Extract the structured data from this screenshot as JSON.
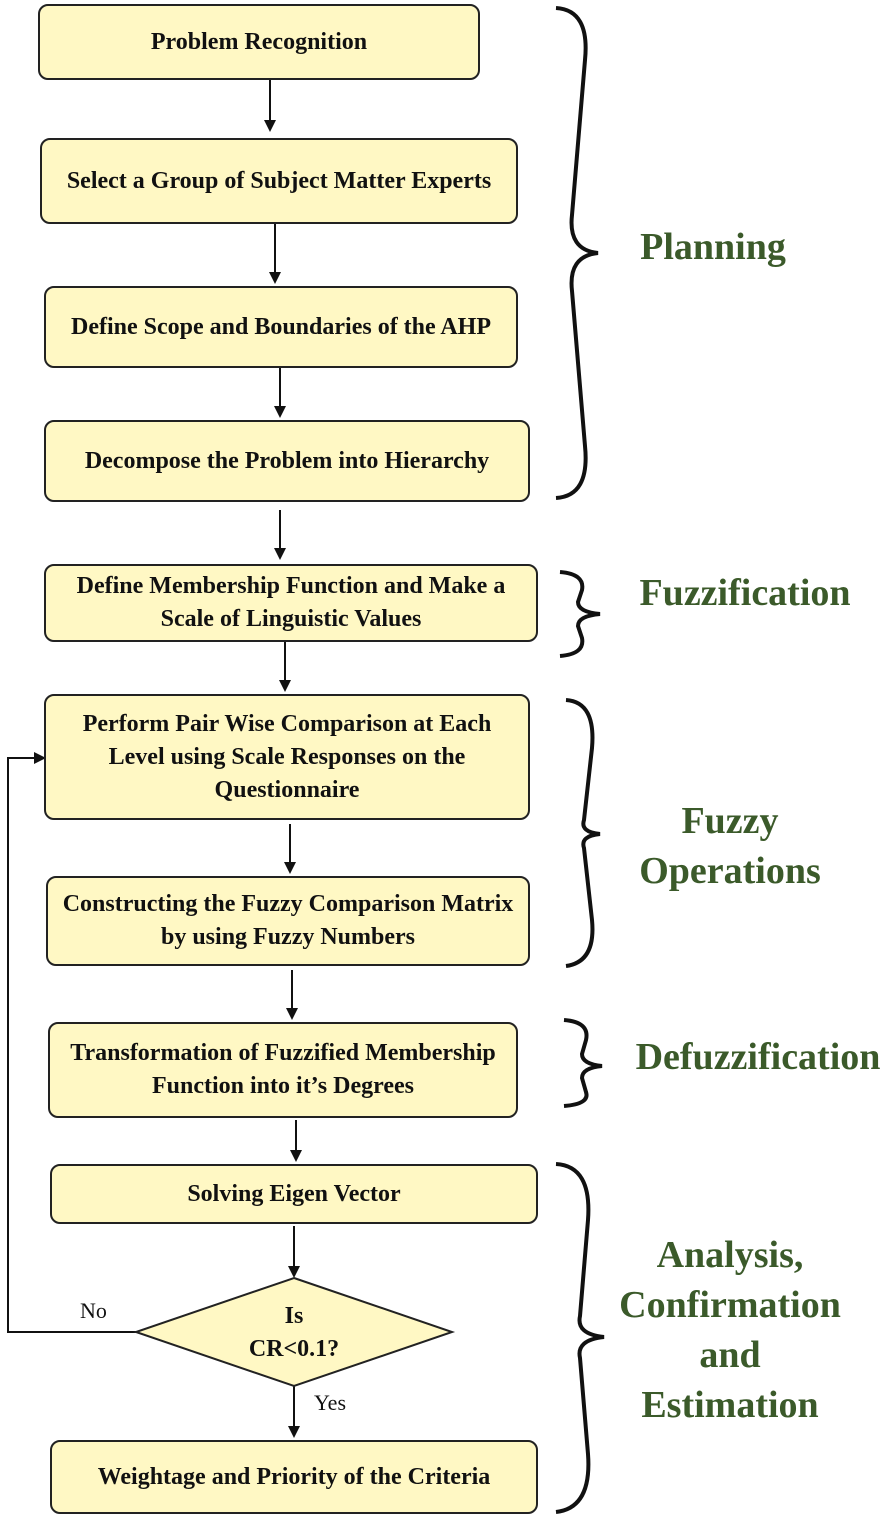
{
  "steps": [
    "Problem Recognition",
    "Select a Group of Subject Matter Experts",
    "Define Scope and Boundaries of the AHP",
    "Decompose the Problem into Hierarchy",
    "Define Membership Function and Make a Scale of Linguistic Values",
    "Perform  Pair Wise Comparison at Each Level using Scale Responses on the Questionnaire",
    "Constructing the Fuzzy Comparison Matrix by using Fuzzy Numbers",
    "Transformation of Fuzzified Membership Function into it’s Degrees",
    "Solving Eigen Vector",
    "Weightage and Priority of the Criteria"
  ],
  "decision": {
    "line1": "Is",
    "line2": "CR<0.1?",
    "no_label": "No",
    "yes_label": "Yes"
  },
  "phases": {
    "planning": "Planning",
    "fuzzification": "Fuzzification",
    "fuzzy_operations_1": "Fuzzy",
    "fuzzy_operations_2": "Operations",
    "defuzzification": "Defuzzification",
    "analysis_1": "Analysis,",
    "analysis_2": "Confirmation",
    "analysis_3": "and",
    "analysis_4": "Estimation"
  },
  "colors": {
    "box_fill": "#fff8c4",
    "phase_text": "#3b5a2a",
    "line": "#111111"
  }
}
